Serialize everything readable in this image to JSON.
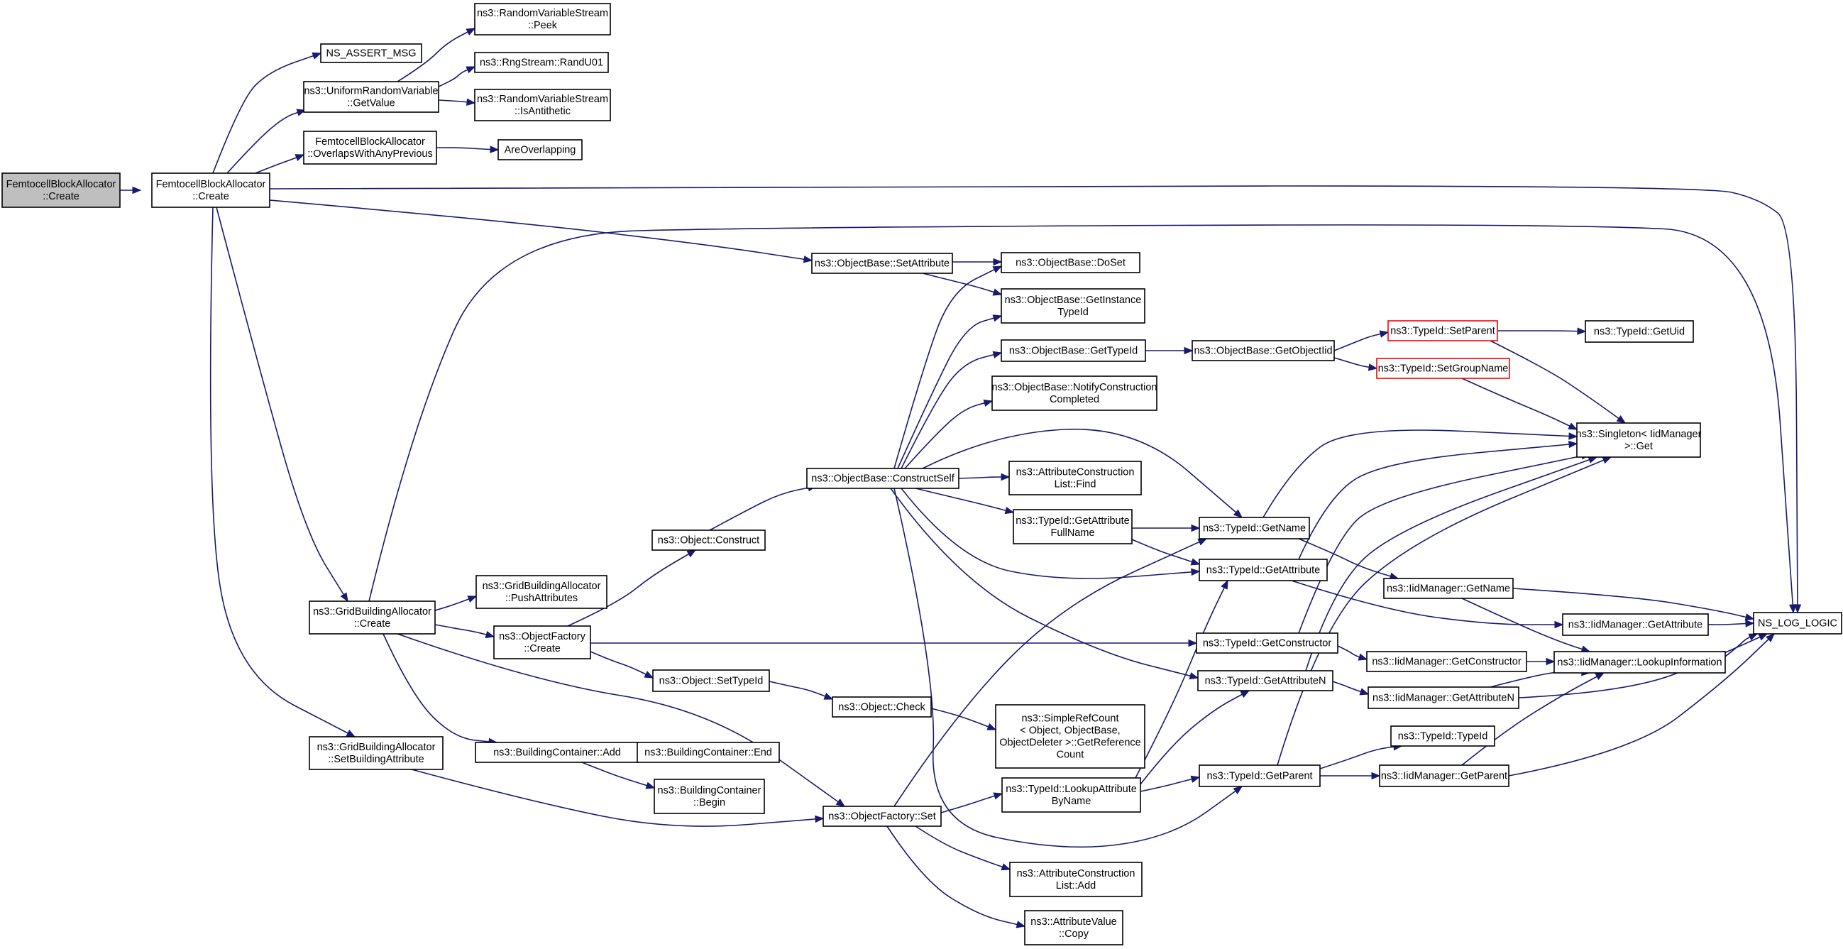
{
  "diagram": {
    "type": "call-graph",
    "colors": {
      "edge": "#191970",
      "node_border": "#000000",
      "node_highlight_border": "#ff0000",
      "root_fill": "#bfbfbf",
      "node_fill": "#ffffff"
    },
    "nodes": [
      {
        "id": "n_root",
        "lines": [
          "FemtocellBlockAllocator",
          "::Create"
        ],
        "style": "root"
      },
      {
        "id": "n_fba_create",
        "lines": [
          "FemtocellBlockAllocator",
          "::Create"
        ]
      },
      {
        "id": "n_assert",
        "lines": [
          "NS_ASSERT_MSG"
        ]
      },
      {
        "id": "n_urv_getvalue",
        "lines": [
          "ns3::UniformRandomVariable",
          "::GetValue"
        ]
      },
      {
        "id": "n_fba_overlaps",
        "lines": [
          "FemtocellBlockAllocator",
          "::OverlapsWithAnyPrevious"
        ]
      },
      {
        "id": "n_rvs_peek",
        "lines": [
          "ns3::RandomVariableStream",
          "::Peek"
        ]
      },
      {
        "id": "n_rng_randu01",
        "lines": [
          "ns3::RngStream::RandU01"
        ]
      },
      {
        "id": "n_rvs_isanti",
        "lines": [
          "ns3::RandomVariableStream",
          "::IsAntithetic"
        ]
      },
      {
        "id": "n_areoverlapping",
        "lines": [
          "AreOverlapping"
        ]
      },
      {
        "id": "n_ns_log_logic",
        "lines": [
          "NS_LOG_LOGIC"
        ]
      },
      {
        "id": "n_ob_setattr",
        "lines": [
          "ns3::ObjectBase::SetAttribute"
        ]
      },
      {
        "id": "n_ob_doset",
        "lines": [
          "ns3::ObjectBase::DoSet"
        ]
      },
      {
        "id": "n_ob_getinstance",
        "lines": [
          "ns3::ObjectBase::GetInstance",
          "TypeId"
        ]
      },
      {
        "id": "n_ob_gettypeid",
        "lines": [
          "ns3::ObjectBase::GetTypeId"
        ]
      },
      {
        "id": "n_ob_getobjectiid",
        "lines": [
          "ns3::ObjectBase::GetObjectIid"
        ]
      },
      {
        "id": "n_tid_setparent",
        "lines": [
          "ns3::TypeId::SetParent"
        ],
        "style": "red"
      },
      {
        "id": "n_tid_getuid",
        "lines": [
          "ns3::TypeId::GetUid"
        ]
      },
      {
        "id": "n_tid_setgroupname",
        "lines": [
          "ns3::TypeId::SetGroupName"
        ],
        "style": "red"
      },
      {
        "id": "n_ob_notify",
        "lines": [
          "ns3::ObjectBase::NotifyConstruction",
          "Completed"
        ]
      },
      {
        "id": "n_singleton_get",
        "lines": [
          "ns3::Singleton< IidManager",
          ">::Get"
        ]
      },
      {
        "id": "n_ob_constructself",
        "lines": [
          "ns3::ObjectBase::ConstructSelf"
        ]
      },
      {
        "id": "n_acl_find",
        "lines": [
          "ns3::AttributeConstruction",
          "List::Find"
        ]
      },
      {
        "id": "n_tid_getattrfull",
        "lines": [
          "ns3::TypeId::GetAttribute",
          "FullName"
        ]
      },
      {
        "id": "n_tid_getname",
        "lines": [
          "ns3::TypeId::GetName"
        ]
      },
      {
        "id": "n_obj_construct",
        "lines": [
          "ns3::Object::Construct"
        ]
      },
      {
        "id": "n_tid_getattribute",
        "lines": [
          "ns3::TypeId::GetAttribute"
        ]
      },
      {
        "id": "n_iid_getname",
        "lines": [
          "ns3::IidManager::GetName"
        ]
      },
      {
        "id": "n_gba_push",
        "lines": [
          "ns3::GridBuildingAllocator",
          "::PushAttributes"
        ]
      },
      {
        "id": "n_gba_create",
        "lines": [
          "ns3::GridBuildingAllocator",
          "::Create"
        ]
      },
      {
        "id": "n_iid_getattribute",
        "lines": [
          "ns3::IidManager::GetAttribute"
        ]
      },
      {
        "id": "n_of_create",
        "lines": [
          "ns3::ObjectFactory",
          "::Create"
        ]
      },
      {
        "id": "n_tid_getconstructor",
        "lines": [
          "ns3::TypeId::GetConstructor"
        ]
      },
      {
        "id": "n_iid_getconstructor",
        "lines": [
          "ns3::IidManager::GetConstructor"
        ]
      },
      {
        "id": "n_iid_lookupinfo",
        "lines": [
          "ns3::IidManager::LookupInformation"
        ]
      },
      {
        "id": "n_obj_settypeid",
        "lines": [
          "ns3::Object::SetTypeId"
        ]
      },
      {
        "id": "n_tid_getattributen",
        "lines": [
          "ns3::TypeId::GetAttributeN"
        ]
      },
      {
        "id": "n_iid_getattributen",
        "lines": [
          "ns3::IidManager::GetAttributeN"
        ]
      },
      {
        "id": "n_obj_check",
        "lines": [
          "ns3::Object::Check"
        ]
      },
      {
        "id": "n_simplerefcount",
        "lines": [
          "ns3::SimpleRefCount",
          "< Object, ObjectBase,",
          "ObjectDeleter >::GetReference",
          "Count"
        ]
      },
      {
        "id": "n_gba_setbuilding",
        "lines": [
          "ns3::GridBuildingAllocator",
          "::SetBuildingAttribute"
        ]
      },
      {
        "id": "n_bc_add",
        "lines": [
          "ns3::BuildingContainer::Add"
        ]
      },
      {
        "id": "n_bc_end",
        "lines": [
          "ns3::BuildingContainer::End"
        ]
      },
      {
        "id": "n_tid_typeid",
        "lines": [
          "ns3::TypeId::TypeId"
        ]
      },
      {
        "id": "n_tid_getparent",
        "lines": [
          "ns3::TypeId::GetParent"
        ]
      },
      {
        "id": "n_iid_getparent",
        "lines": [
          "ns3::IidManager::GetParent"
        ]
      },
      {
        "id": "n_bc_begin",
        "lines": [
          "ns3::BuildingContainer",
          "::Begin"
        ]
      },
      {
        "id": "n_tid_lookupattr",
        "lines": [
          "ns3::TypeId::LookupAttribute",
          "ByName"
        ]
      },
      {
        "id": "n_of_set",
        "lines": [
          "ns3::ObjectFactory::Set"
        ]
      },
      {
        "id": "n_acl_add",
        "lines": [
          "ns3::AttributeConstruction",
          "List::Add"
        ]
      },
      {
        "id": "n_av_copy",
        "lines": [
          "ns3::AttributeValue",
          "::Copy"
        ]
      }
    ]
  }
}
